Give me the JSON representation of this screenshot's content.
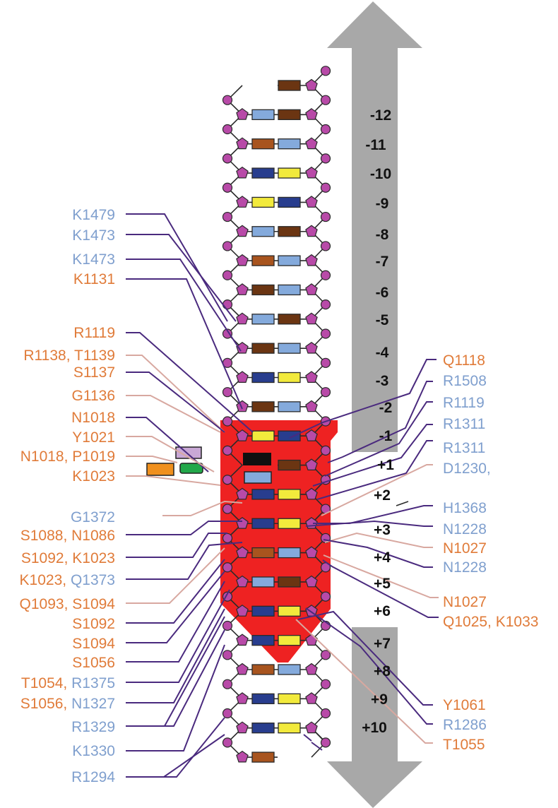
{
  "colors": {
    "orange": "#e07b39",
    "blue": "#7f9fce",
    "leader_dark": "#4a2a7e",
    "leader_light": "#d8a8a0",
    "backbone": "#2a2a2a",
    "node": "#b84aa8",
    "arrow": "#a8a8a8",
    "protein": "#ee2222",
    "base_yellow": "#f2ea3c",
    "base_navy": "#283d8e",
    "base_brown": "#6b3512",
    "base_rust": "#a8541e",
    "base_lightblue": "#84aadc",
    "ntp_lavender": "#c9a8d6",
    "ntp_green": "#22a84a",
    "ntp_orange": "#f0901e",
    "ntp_black": "#101010"
  },
  "positions": [
    "-12",
    "-11",
    "-10",
    "-9",
    "-8",
    "-7",
    "-6",
    "-5",
    "-4",
    "-3",
    "-2",
    "-1",
    "+1",
    "+2",
    "+3",
    "+4",
    "+5",
    "+6",
    "+7",
    "+8",
    "+9",
    "+10"
  ],
  "left_labels": [
    [
      {
        "t": "K1479",
        "c": "blue"
      }
    ],
    [
      {
        "t": "K1473",
        "c": "blue"
      }
    ],
    [
      {
        "t": "K1473",
        "c": "blue"
      }
    ],
    [
      {
        "t": "K1131",
        "c": "orange"
      }
    ],
    [
      {
        "t": "R1119",
        "c": "orange"
      }
    ],
    [
      {
        "t": "R1138, T1139",
        "c": "orange"
      }
    ],
    [
      {
        "t": "S1137",
        "c": "orange"
      }
    ],
    [
      {
        "t": "G1136",
        "c": "orange"
      }
    ],
    [
      {
        "t": "N1018",
        "c": "orange"
      }
    ],
    [
      {
        "t": "Y1021",
        "c": "orange"
      }
    ],
    [
      {
        "t": "N1018, P1019",
        "c": "orange"
      }
    ],
    [
      {
        "t": "K1023",
        "c": "orange"
      }
    ],
    [
      {
        "t": "G1372",
        "c": "blue"
      }
    ],
    [
      {
        "t": "S1088, N1086",
        "c": "orange"
      }
    ],
    [
      {
        "t": "S1092, K1023",
        "c": "orange"
      }
    ],
    [
      {
        "t": "K1023, ",
        "c": "orange"
      },
      {
        "t": "Q1373",
        "c": "blue"
      }
    ],
    [
      {
        "t": "Q1093, S1094",
        "c": "orange"
      }
    ],
    [
      {
        "t": "S1092",
        "c": "orange"
      }
    ],
    [
      {
        "t": "S1094",
        "c": "orange"
      }
    ],
    [
      {
        "t": "S1056",
        "c": "orange"
      }
    ],
    [
      {
        "t": "T1054, ",
        "c": "orange"
      },
      {
        "t": "R1375",
        "c": "blue"
      }
    ],
    [
      {
        "t": "S1056, ",
        "c": "orange"
      },
      {
        "t": "N1327",
        "c": "blue"
      }
    ],
    [
      {
        "t": "R1329",
        "c": "blue"
      }
    ],
    [
      {
        "t": "K1330",
        "c": "blue"
      }
    ],
    [
      {
        "t": "R1294",
        "c": "blue"
      }
    ]
  ],
  "right_labels": [
    {
      "t": "Q1118",
      "c": "orange"
    },
    {
      "t": "R1508",
      "c": "blue"
    },
    {
      "t": "R1119",
      "c": "blue"
    },
    {
      "t": "R1311",
      "c": "blue"
    },
    {
      "t": "R1311",
      "c": "blue"
    },
    {
      "t": "D1230,",
      "c": "blue"
    },
    {
      "t": "H1368",
      "c": "blue"
    },
    {
      "t": "N1228",
      "c": "blue"
    },
    {
      "t": "N1027",
      "c": "orange"
    },
    {
      "t": "N1228",
      "c": "blue"
    },
    {
      "t": "N1027",
      "c": "orange"
    },
    {
      "t": "Q1025, K1033",
      "c": "orange"
    },
    {
      "t": "Y1061",
      "c": "orange"
    },
    {
      "t": "R1286",
      "c": "blue"
    },
    {
      "t": "T1055",
      "c": "orange"
    }
  ],
  "base_pairs": [
    [
      "none",
      "brown"
    ],
    [
      "lightblue",
      "brown"
    ],
    [
      "rust",
      "lightblue"
    ],
    [
      "navy",
      "yellow"
    ],
    [
      "yellow",
      "navy"
    ],
    [
      "lightblue",
      "brown"
    ],
    [
      "rust",
      "lightblue"
    ],
    [
      "brown",
      "lightblue"
    ],
    [
      "lightblue",
      "brown"
    ],
    [
      "brown",
      "lightblue"
    ],
    [
      "navy",
      "yellow"
    ],
    [
      "brown",
      "lightblue"
    ],
    [
      "yellow",
      "navy"
    ],
    [
      "none",
      "brown"
    ],
    [
      "navy",
      "yellow"
    ],
    [
      "navy",
      "yellow"
    ],
    [
      "rust",
      "lightblue"
    ],
    [
      "lightblue",
      "brown"
    ],
    [
      "navy",
      "yellow"
    ],
    [
      "navy",
      "yellow"
    ],
    [
      "rust",
      "lightblue"
    ],
    [
      "navy",
      "yellow"
    ],
    [
      "navy",
      "yellow"
    ],
    [
      "rust",
      "none"
    ]
  ]
}
